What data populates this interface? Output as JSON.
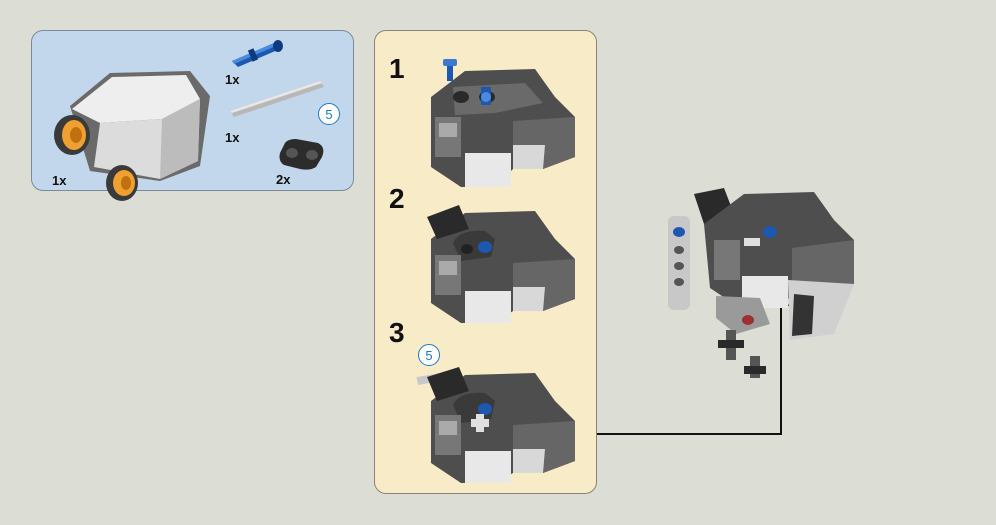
{
  "parts_list": {
    "items": [
      {
        "name": "ultrasonic-sensor",
        "qty": "1x"
      },
      {
        "name": "connector-pin-blue",
        "qty": "1x"
      },
      {
        "name": "axle-5",
        "qty": "1x",
        "length_badge": "5"
      },
      {
        "name": "beam-2",
        "qty": "2x"
      }
    ]
  },
  "steps": [
    {
      "number": "1"
    },
    {
      "number": "2"
    },
    {
      "number": "3",
      "length_badge": "5"
    }
  ],
  "colors": {
    "parts_panel_bg": "#c3d7ec",
    "steps_panel_bg": "#f8ecc8",
    "badge_blue": "#1a7ac8"
  }
}
